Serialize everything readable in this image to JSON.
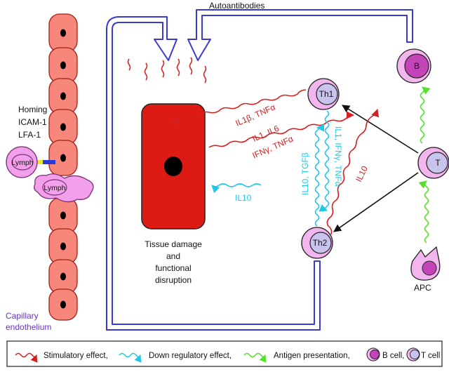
{
  "labels": {
    "autoantibodies": "Autoantibodies",
    "homing": "Homing",
    "icam": "ICAM-1",
    "lfa": "LFA-1",
    "lymph": "Lymph",
    "capillary_line1": "Capillary",
    "capillary_line2": "endothelium",
    "tissue_line1": "Tissue damage",
    "tissue_line2": "and",
    "tissue_line3": "functional",
    "tissue_line4": "disruption",
    "th1": "Th1",
    "th2": "Th2",
    "b_cell": "B",
    "t_cell": "T",
    "apc": "APC"
  },
  "cytokines": {
    "il1b_tnfa": "IL1β, TNFα",
    "il1_il6": "IL1, IL6",
    "ifng_tnfa": "IFNγ, TNFα",
    "il10_left": "IL10",
    "il10_tgfb": "IL10, TGFβ",
    "il1_ifng_tnfa": "IL1, IFNγ, TNFα",
    "il10_right": "IL10"
  },
  "legend": {
    "stimulatory": "Stimulatory effect,",
    "down_regulatory": "Down regulatory effect,",
    "antigen_presentation": "Antigen presentation,",
    "b_cell": "B cell,",
    "t_cell": "T cell"
  },
  "colors": {
    "stimulatory": "#d42020",
    "down_regulatory": "#1fc8e6",
    "antigen_presentation": "#55e02a",
    "endothelium": "#f7877a",
    "tissue": "#dd1a14",
    "lymph": "#f2a0ea",
    "cell_pink": "#f3b5ee",
    "cell_lavender": "#c8c4ee",
    "b_cell": "#c244b8",
    "outline_blue": "#3a3ad0"
  }
}
